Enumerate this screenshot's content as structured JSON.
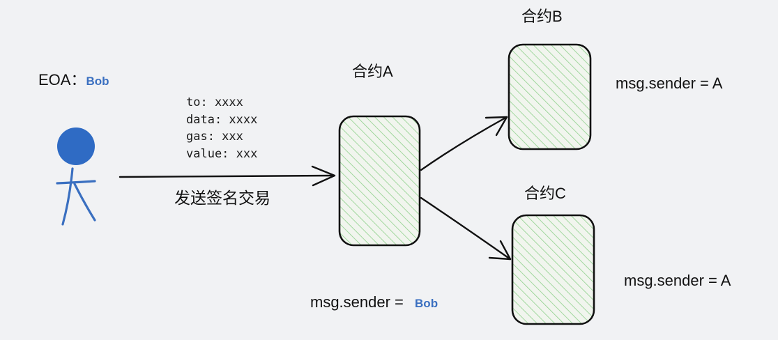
{
  "eoa": {
    "label": "EOA：",
    "name": "Bob"
  },
  "transaction": {
    "fields": [
      "to: xxxx",
      "data: xxxx",
      "gas: xxx",
      "value: xxx"
    ],
    "caption": "发送签名交易"
  },
  "contracts": {
    "a": {
      "title": "合约A",
      "sender_label": "msg.sender =",
      "sender_value": "Bob"
    },
    "b": {
      "title": "合约B",
      "sender_label": "msg.sender = A"
    },
    "c": {
      "title": "合约C",
      "sender_label": "msg.sender = A"
    }
  },
  "colors": {
    "background": "#f1f2f4",
    "person": "#3a6fc0",
    "hatch": "#8fd08c",
    "stroke": "#111111"
  }
}
